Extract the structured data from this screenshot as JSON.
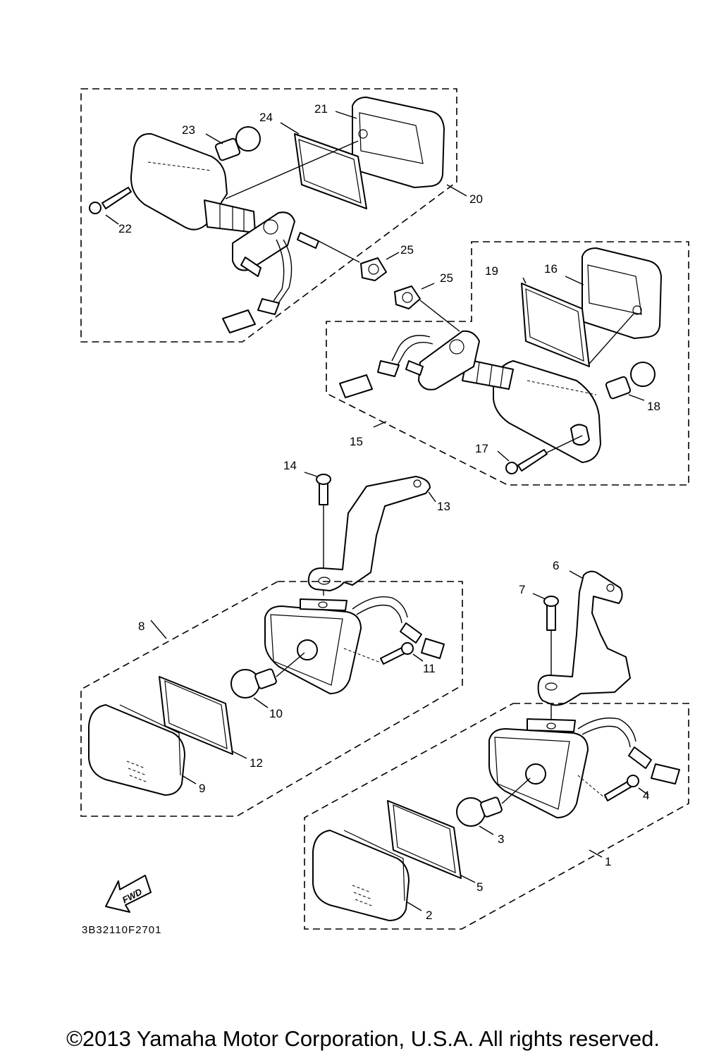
{
  "diagram": {
    "part_numbers": [
      "1",
      "2",
      "3",
      "4",
      "5",
      "6",
      "7",
      "8",
      "9",
      "10",
      "11",
      "12",
      "13",
      "14",
      "15",
      "16",
      "17",
      "18",
      "19",
      "20",
      "21",
      "22",
      "23",
      "24",
      "25",
      "25"
    ],
    "fwd_label": "FWD",
    "drawing_code": "3B32110F2701"
  },
  "footer": {
    "copyright": "©2013 Yamaha Motor Corporation, U.S.A. All rights reserved."
  }
}
